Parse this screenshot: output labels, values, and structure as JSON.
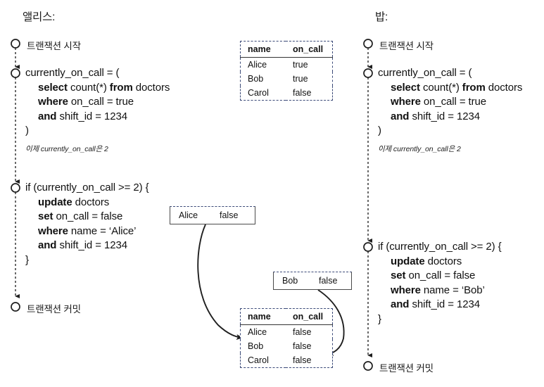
{
  "diagram": {
    "title_alice": "앨리스:",
    "title_bob": "밥:"
  },
  "alice": {
    "label": "앨리스:",
    "begin_label": "트랜잭션 시작",
    "commit_label": "트랜잭션 커밋",
    "query_block": [
      "currently_on_call = (",
      "select count(*) from doctors",
      "where on_call = true",
      "and shift_id = 1234",
      ")"
    ],
    "query_tokens": {
      "l1_plain": "currently_on_call = (",
      "l2_kw": "select",
      "l2_mid": " count(*) ",
      "l2_kw2": "from",
      "l2_tail": " doctors",
      "l3_kw": "where",
      "l3_tail": " on_call = true",
      "l4_kw": "and",
      "l4_tail": " shift_id = 1234",
      "l5_plain": ")"
    },
    "note": "이제 currently_on_call은 2",
    "update_tokens": {
      "l1_plain": "if (currently_on_call >= 2) {",
      "l2_kw": "update",
      "l2_tail": " doctors",
      "l3_kw": "set",
      "l3_tail": " on_call = false",
      "l4_kw": "where",
      "l4_tail": " name = ‘Alice’",
      "l5_kw": "and",
      "l5_tail": " shift_id = 1234",
      "l6_plain": "}"
    }
  },
  "bob": {
    "label": "밥:",
    "begin_label": "트랜잭션 시작",
    "commit_label": "트랜잭션 커밋",
    "query_tokens": {
      "l1_plain": "currently_on_call = (",
      "l2_kw": "select",
      "l2_mid": " count(*) ",
      "l2_kw2": "from",
      "l2_tail": " doctors",
      "l3_kw": "where",
      "l3_tail": " on_call = true",
      "l4_kw": "and",
      "l4_tail": " shift_id = 1234",
      "l5_plain": ")"
    },
    "note": "이제 currently_on_call은 2",
    "update_tokens": {
      "l1_plain": "if (currently_on_call >= 2) {",
      "l2_kw": "update",
      "l2_tail": " doctors",
      "l3_kw": "set",
      "l3_tail": " on_call = false",
      "l4_kw": "where",
      "l4_tail": " name = ‘Bob’",
      "l5_kw": "and",
      "l5_tail": " shift_id = 1234",
      "l6_plain": "}"
    }
  },
  "table_top": {
    "columns": [
      "name",
      "on_call"
    ],
    "rows": [
      {
        "name": "Alice",
        "on_call": "true"
      },
      {
        "name": "Bob",
        "on_call": "true"
      },
      {
        "name": "Carol",
        "on_call": "false"
      }
    ]
  },
  "table_bottom": {
    "columns": [
      "name",
      "on_call"
    ],
    "rows": [
      {
        "name": "Alice",
        "on_call": "false"
      },
      {
        "name": "Bob",
        "on_call": "false"
      },
      {
        "name": "Carol",
        "on_call": "false"
      }
    ]
  },
  "row_box_alice": {
    "name": "Alice",
    "value": "false"
  },
  "row_box_bob": {
    "name": "Bob",
    "value": "false"
  },
  "colors": {
    "ink": "#111111",
    "line": "#2b2b2b",
    "table_border": "#3b4a78",
    "background": "#ffffff"
  }
}
